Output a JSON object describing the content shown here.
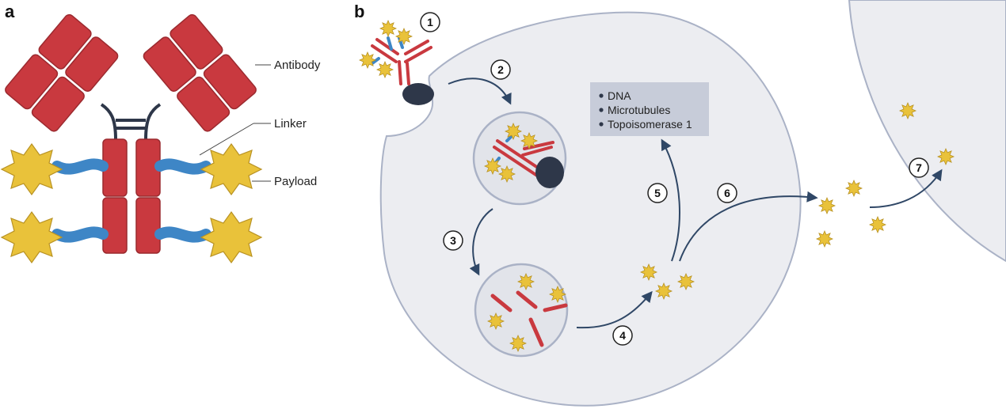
{
  "panels": {
    "a": {
      "letter": "a",
      "labels": {
        "antibody": "Antibody",
        "linker": "Linker",
        "payload": "Payload"
      }
    },
    "b": {
      "letter": "b",
      "steps": [
        "1",
        "2",
        "3",
        "4",
        "5",
        "6",
        "7"
      ],
      "targets": [
        "DNA",
        "Microtubules",
        "Topoisomerase 1"
      ]
    }
  },
  "colors": {
    "antibody_red": "#c9393f",
    "linker_blue": "#3e86c6",
    "payload_yellow": "#e9c23a",
    "cell_fill": "#ecedf1",
    "cell_stroke": "#aab2c6",
    "arrow": "#2f4766",
    "receptor": "#2e3749",
    "target_box": "#c7ccd9"
  }
}
